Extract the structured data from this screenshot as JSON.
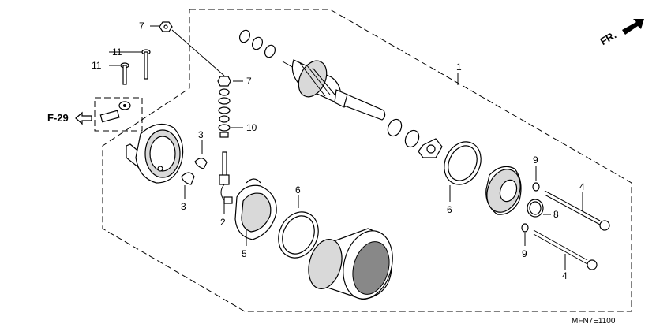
{
  "diagram": {
    "drawing_code": "MFN7E1100",
    "direction_label": "FR.",
    "reference_label": "F-29",
    "callouts": [
      {
        "id": "c1",
        "text": "1"
      },
      {
        "id": "c2",
        "text": "2"
      },
      {
        "id": "c3a",
        "text": "3"
      },
      {
        "id": "c3b",
        "text": "3"
      },
      {
        "id": "c4a",
        "text": "4"
      },
      {
        "id": "c4b",
        "text": "4"
      },
      {
        "id": "c5",
        "text": "5"
      },
      {
        "id": "c6a",
        "text": "6"
      },
      {
        "id": "c6b",
        "text": "6"
      },
      {
        "id": "c7a",
        "text": "7"
      },
      {
        "id": "c7b",
        "text": "7"
      },
      {
        "id": "c8",
        "text": "8"
      },
      {
        "id": "c9a",
        "text": "9"
      },
      {
        "id": "c9b",
        "text": "9"
      },
      {
        "id": "c10",
        "text": "10"
      },
      {
        "id": "c11a",
        "text": "11"
      },
      {
        "id": "c11b",
        "text": "11"
      }
    ]
  }
}
